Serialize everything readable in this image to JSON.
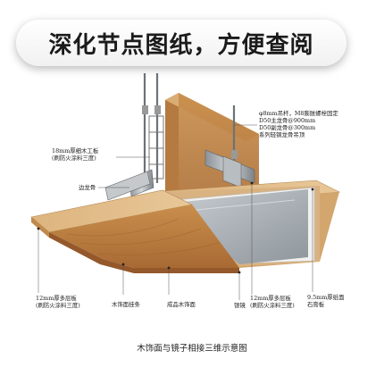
{
  "header": {
    "title": "深化节点图纸，方便查阅"
  },
  "labels": {
    "hanger": [
      "φ8mm吊杆，M8膨胀螺栓固定",
      "D50主龙骨@900mm",
      "D50副龙骨@300mm",
      "系列轻钢龙骨吊顶"
    ],
    "keel": [
      "18mm厚细木工板",
      "(刷防火涂料三度)"
    ],
    "edge_keel": "边龙骨",
    "plywood": [
      "12mm厚多层板",
      "(刷防火涂料三度)"
    ],
    "hook": "木饰面挂条",
    "finish_wood": "成品木饰面",
    "mirror": "银镜",
    "plywood_right": [
      "12mm厚多层板",
      "(刷防火涂料三度)"
    ],
    "gypsum": [
      "9.5mm厚纸面",
      "石膏板"
    ]
  },
  "caption": "木饰面与镜子相接三维示意图"
}
